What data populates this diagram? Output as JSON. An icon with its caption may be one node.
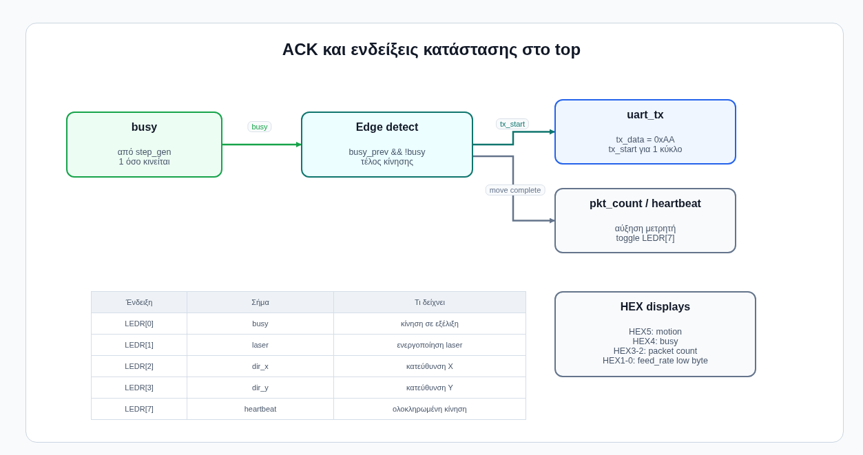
{
  "diagram": {
    "title": "ACK και ενδείξεις κατάστασης στο top",
    "nodes": [
      {
        "text": [
          "busy",
          "από step_gen",
          "1 όσο κινείται"
        ]
      },
      {
        "text": [
          "Edge detect",
          "busy_prev && !busy",
          "τέλος κίνησης"
        ]
      },
      {
        "text": [
          "uart_tx",
          "tx_data = 0xAA",
          "tx_start για 1 κύκλο"
        ]
      },
      {
        "text": [
          "pkt_count / heartbeat",
          "αύξηση μετρητή",
          "toggle LEDR[7]"
        ]
      },
      {
        "text": [
          "HEX displays",
          "HEX5: motion",
          "HEX4: busy",
          "HEX3-2: packet count",
          "HEX1-0: feed_rate low byte"
        ]
      }
    ],
    "edges": [
      {
        "from": 0,
        "to": 1,
        "arrow": "to",
        "label": "busy",
        "color": "#16a34a"
      },
      {
        "from": 1,
        "to": 2,
        "arrow": "to",
        "label": "tx_start",
        "color": "#0f766e"
      },
      {
        "from": 1,
        "to": 3,
        "arrow": "to",
        "label": "move complete",
        "color": "#64748b"
      }
    ],
    "labels": [
      "Ένδειξη",
      "Σήμα",
      "Τι δείχνει",
      "LEDR[0]",
      "busy",
      "κίνηση σε εξέλιξη",
      "LEDR[1]",
      "laser",
      "ενεργοποίηση laser",
      "LEDR[2]",
      "dir_x",
      "κατεύθυνση X",
      "LEDR[3]",
      "dir_y",
      "κατεύθυνση Y",
      "LEDR[7]",
      "heartbeat",
      "ολοκληρωμένη κίνηση"
    ]
  }
}
